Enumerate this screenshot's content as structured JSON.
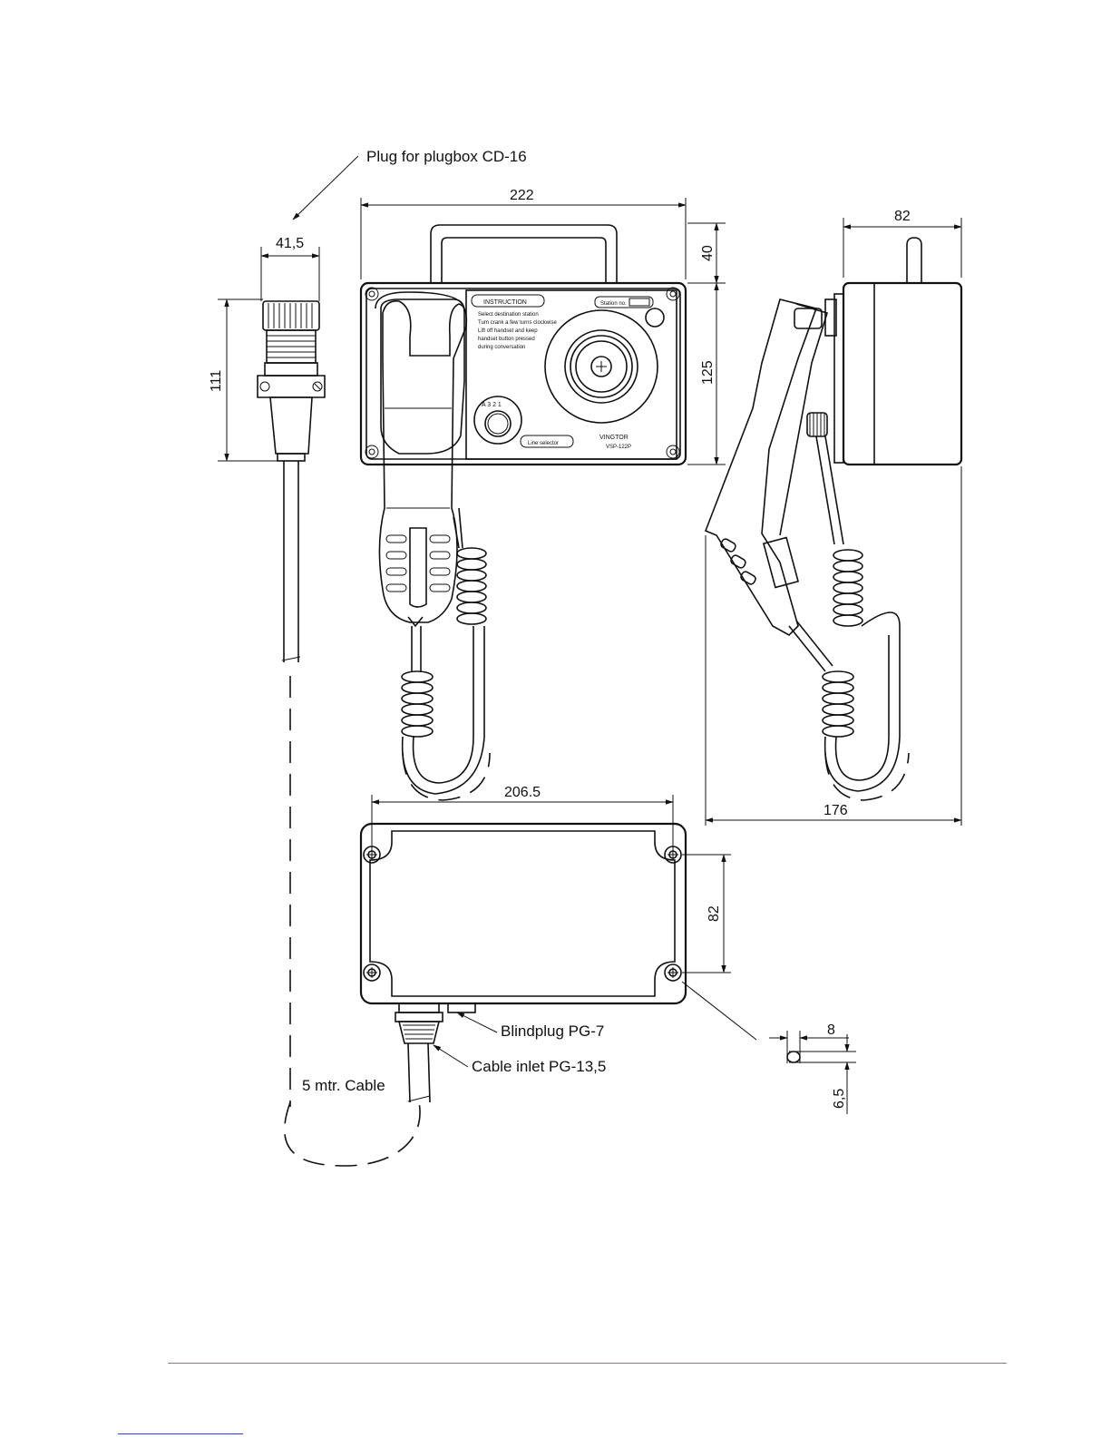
{
  "labels": {
    "plug": "Plug for plugbox CD-16",
    "blindplug": "Blindplug PG-7",
    "cable_inlet": "Cable inlet PG-13,5",
    "cable": "5 mtr. Cable"
  },
  "dimensions": {
    "front_width": "222",
    "handle_height": "40",
    "front_height": "125",
    "side_depth": "82",
    "side_total": "176",
    "plug_width": "41,5",
    "plug_height": "111",
    "box_hole_pitch": "206.5",
    "box_hole_vertical": "82",
    "slot_length": "8",
    "slot_width": "6,5"
  },
  "panel": {
    "instruction_title": "INSTRUCTION",
    "instruction_lines": [
      "Select destination station",
      "Turn crank a few turns clockwise",
      "Lift off handset and keep",
      "handset button pressed",
      "during conversation"
    ],
    "station_label": "Station no.",
    "selector_numbers": "A 3 2 1",
    "line_selector": "Line selector",
    "brand": "VINGTOR",
    "model": "VSP-122P"
  },
  "colors": {
    "line": "#111111",
    "footer_rule": "#8a7a78",
    "footer_link": "#2a3cff"
  }
}
